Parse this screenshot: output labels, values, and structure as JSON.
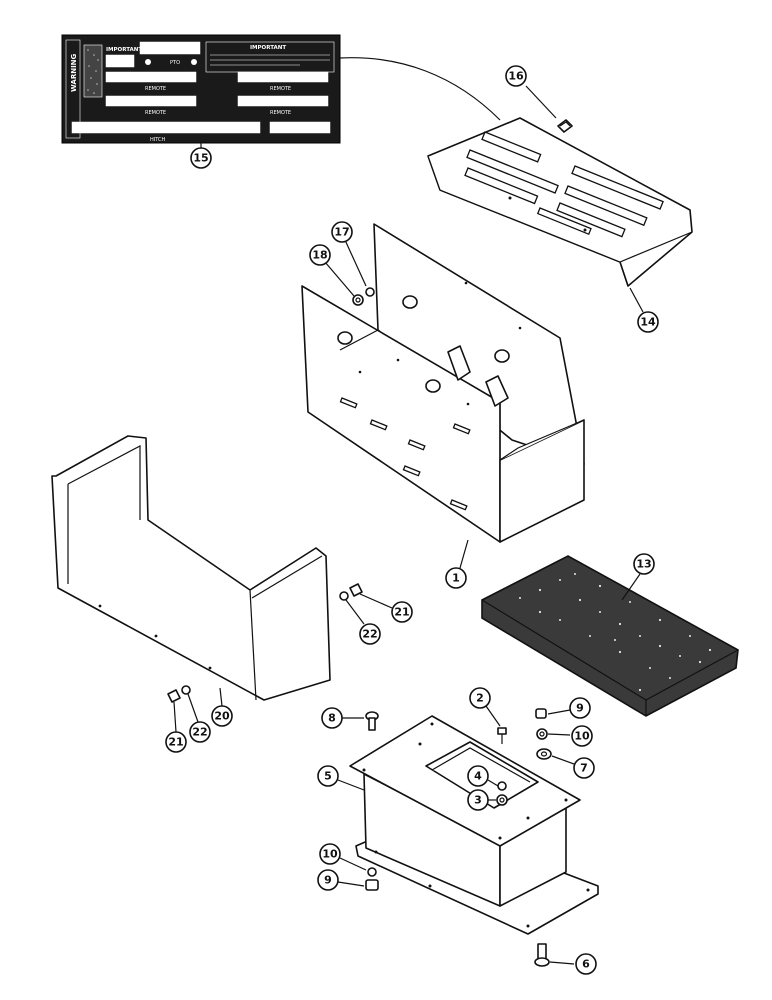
{
  "decal": {
    "warning": "WARNING",
    "important_left": "IMPORTANT",
    "pto": "PTO",
    "important_right": "IMPORTANT",
    "remote_1": "REMOTE",
    "remote_2": "REMOTE",
    "remote_3": "REMOTE",
    "remote_4": "REMOTE",
    "hitch": "HITCH"
  },
  "callouts": {
    "c1": "1",
    "c2": "2",
    "c3": "3",
    "c4": "4",
    "c5": "5",
    "c6": "6",
    "c7": "7",
    "c8": "8",
    "c9a": "9",
    "c9b": "9",
    "c10a": "10",
    "c10b": "10",
    "c13": "13",
    "c14": "14",
    "c15": "15",
    "c16": "16",
    "c17": "17",
    "c18": "18",
    "c20": "20",
    "c21a": "21",
    "c21b": "21",
    "c22a": "22",
    "c22b": "22"
  }
}
